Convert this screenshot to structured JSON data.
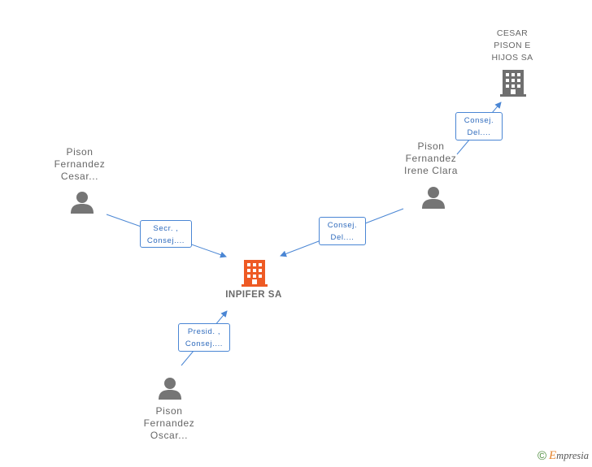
{
  "colors": {
    "edge": "#4a86d4",
    "person_icon": "#757575",
    "company_icon": "#6f6f6f",
    "main_company_icon": "#ee5a24"
  },
  "main_company": {
    "name": "INPIFER SA",
    "icon": "building-icon"
  },
  "companies": [
    {
      "id": "cesar",
      "lines": [
        "CESAR",
        "PISON E",
        "HIJOS SA"
      ],
      "icon": "building-icon"
    }
  ],
  "people": [
    {
      "id": "cesar",
      "lines": [
        "Pison",
        "Fernandez",
        "Cesar..."
      ],
      "icon": "person-icon"
    },
    {
      "id": "irene",
      "lines": [
        "Pison",
        "Fernandez",
        "Irene Clara"
      ],
      "icon": "person-icon"
    },
    {
      "id": "oscar",
      "lines": [
        "Pison",
        "Fernandez",
        "Oscar..."
      ],
      "icon": "person-icon"
    }
  ],
  "relations": [
    {
      "id": "cesar-inpifer",
      "lines": [
        "Secr. ,",
        "Consej...."
      ]
    },
    {
      "id": "irene-inpifer",
      "lines": [
        "Consej.",
        "Del...."
      ]
    },
    {
      "id": "irene-cesarsa",
      "lines": [
        "Consej.",
        "Del...."
      ]
    },
    {
      "id": "oscar-inpifer",
      "lines": [
        "Presid. ,",
        "Consej...."
      ]
    }
  ],
  "footer": {
    "copyright": "©",
    "brand_initial": "E",
    "brand_rest": "mpresia"
  }
}
